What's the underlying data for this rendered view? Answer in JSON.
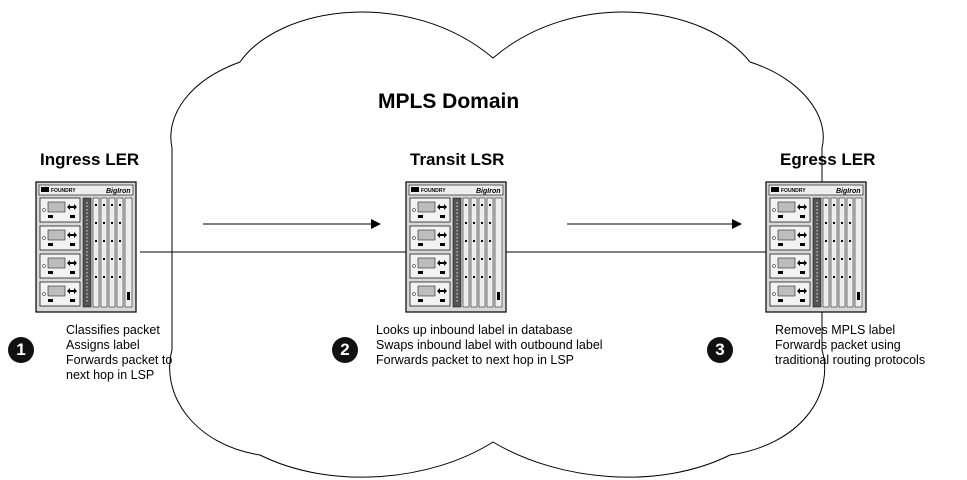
{
  "domain_title": "MPLS Domain",
  "routers": [
    {
      "title": "Ingress LER",
      "brand": "FOUNDRY",
      "model": "BigIron",
      "step": "1",
      "lines": [
        "Classifies packet",
        "Assigns label",
        "Forwards packet to",
        "next hop in LSP"
      ]
    },
    {
      "title": "Transit LSR",
      "brand": "FOUNDRY",
      "model": "BigIron",
      "step": "2",
      "lines": [
        "Looks up inbound label in database",
        "Swaps inbound label with outbound label",
        "Forwards packet to next hop in LSP"
      ]
    },
    {
      "title": "Egress LER",
      "brand": "FOUNDRY",
      "model": "BigIron",
      "step": "3",
      "lines": [
        "Removes MPLS label",
        "Forwards packet using",
        "traditional routing protocols"
      ]
    }
  ],
  "colors": {
    "chassis": "#d8d8d8",
    "chassis_dark": "#9a9a9a",
    "ink": "#000000"
  },
  "icons": {
    "step": "filled-circle-number",
    "arrow": "right-arrow"
  }
}
